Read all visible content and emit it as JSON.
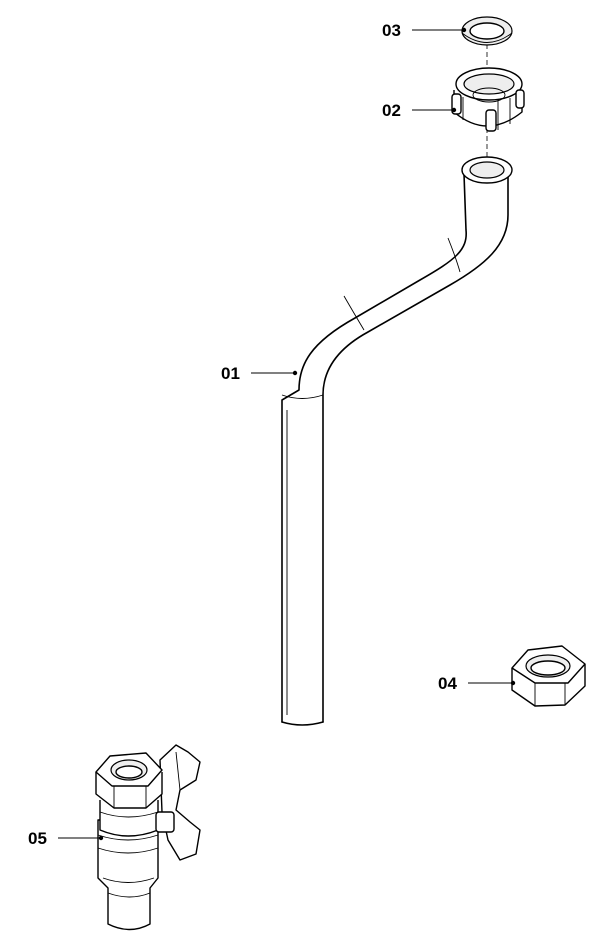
{
  "parts": [
    {
      "id": "01",
      "icon": "bent-pipe"
    },
    {
      "id": "02",
      "icon": "union-nut"
    },
    {
      "id": "03",
      "icon": "sealing-ring"
    },
    {
      "id": "04",
      "icon": "hex-nut"
    },
    {
      "id": "05",
      "icon": "ball-valve"
    }
  ],
  "colors": {
    "line": "#000000",
    "background": "#ffffff",
    "shade": "#eeeeee"
  }
}
